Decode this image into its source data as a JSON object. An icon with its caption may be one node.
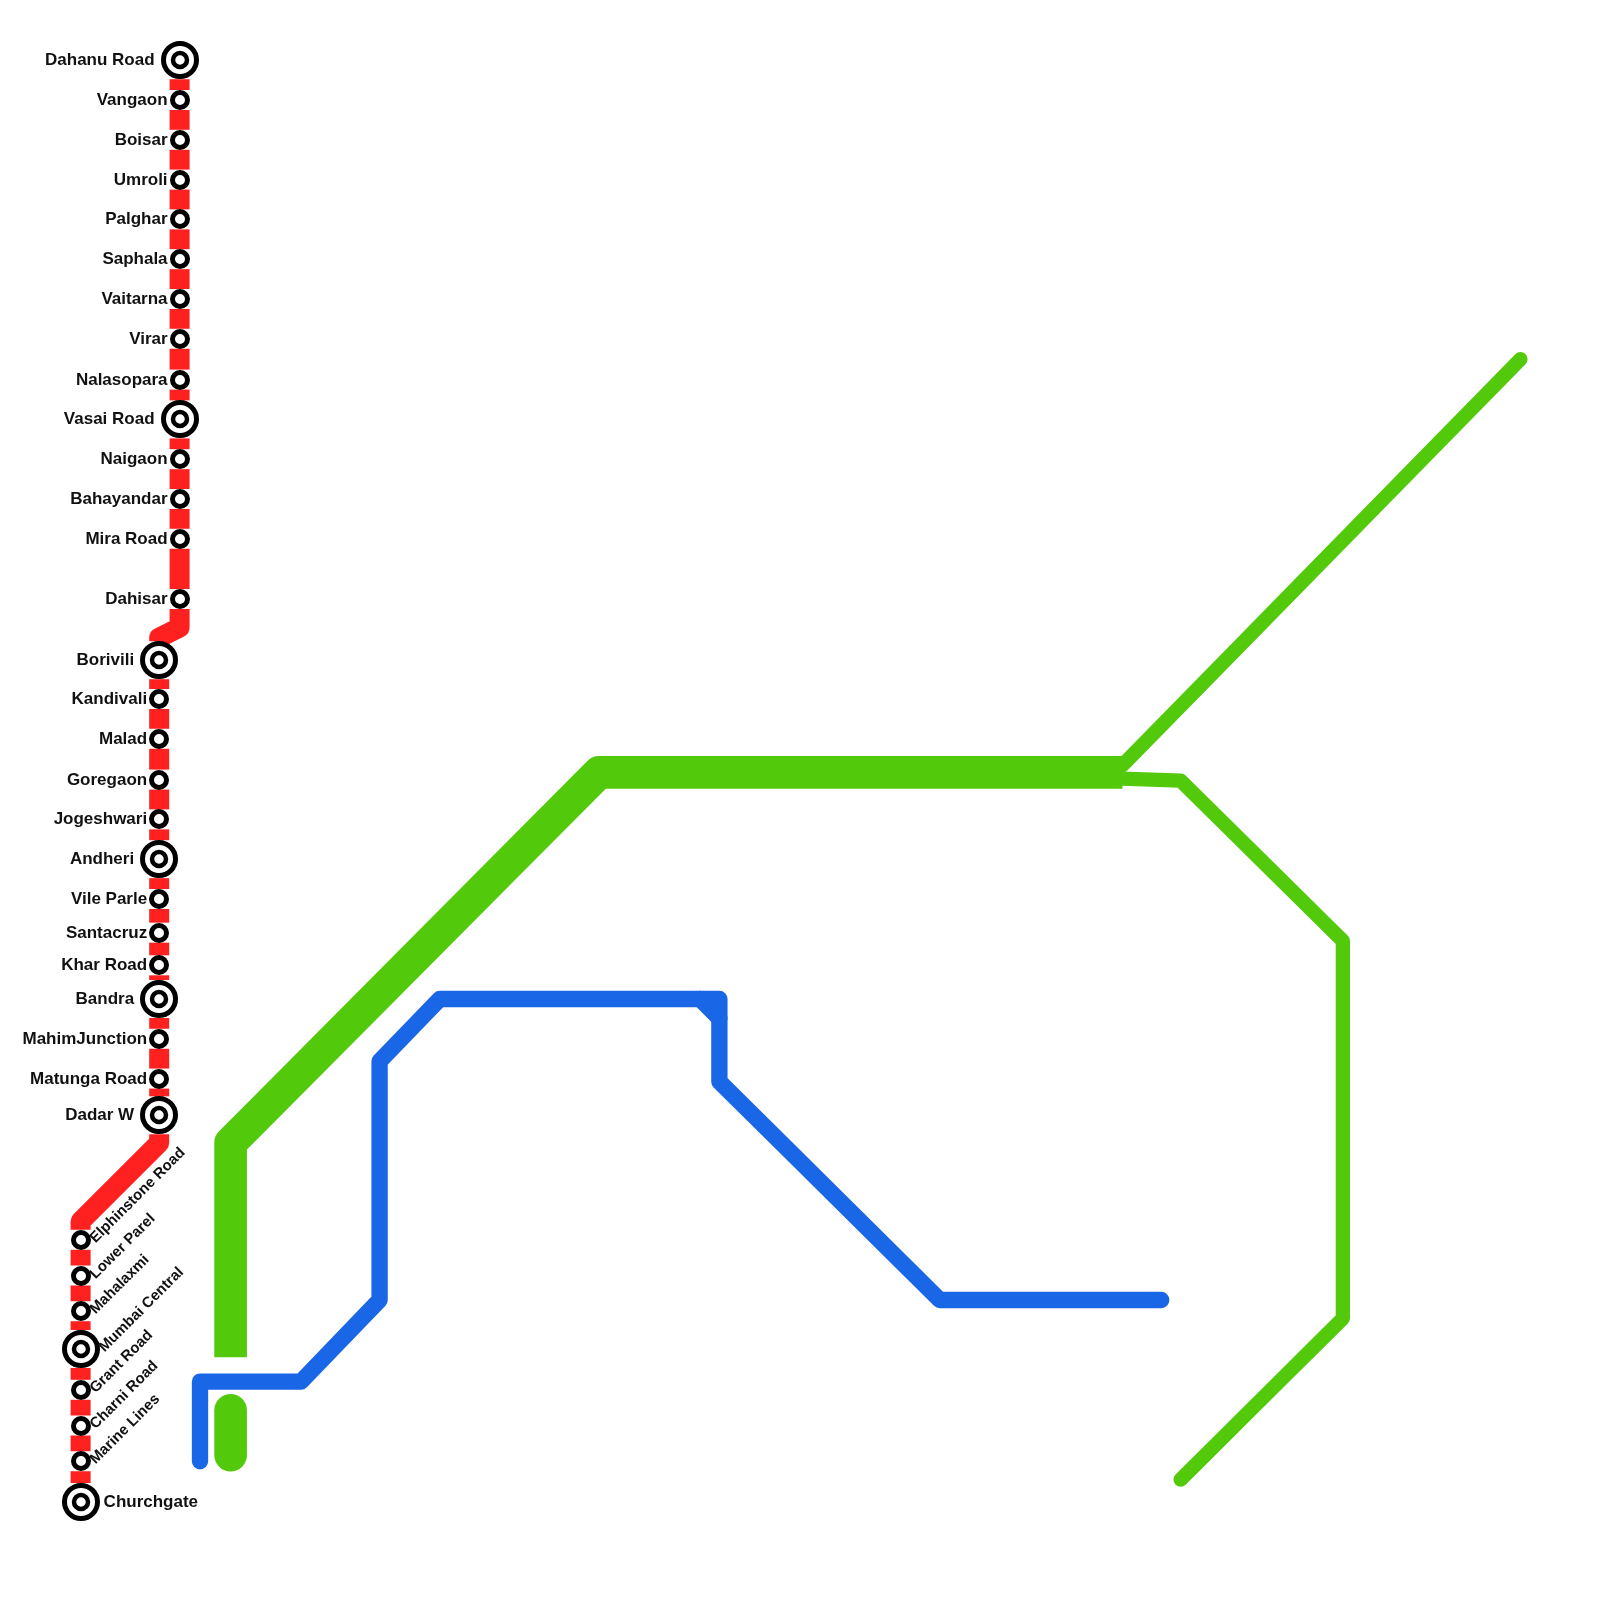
{
  "diagram": {
    "nodes": [
      {
        "text": [
          "Dahanu Road"
        ]
      },
      {
        "text": [
          "Vangaon"
        ]
      },
      {
        "text": [
          "Boisar"
        ]
      },
      {
        "text": [
          "Umroli"
        ]
      },
      {
        "text": [
          "Palghar"
        ]
      },
      {
        "text": [
          "Saphala"
        ]
      },
      {
        "text": [
          "Vaitarna"
        ]
      },
      {
        "text": [
          "Virar"
        ]
      },
      {
        "text": [
          "Nalasopara"
        ]
      },
      {
        "text": [
          "Vasai Road"
        ]
      },
      {
        "text": [
          "Naigaon"
        ]
      },
      {
        "text": [
          "Bahayandar"
        ]
      },
      {
        "text": [
          "Mira Road"
        ]
      },
      {
        "text": [
          "Dahisar"
        ]
      },
      {
        "text": [
          "Borivili"
        ]
      },
      {
        "text": [
          "Kandivali"
        ]
      },
      {
        "text": [
          "Malad"
        ]
      },
      {
        "text": [
          "Goregaon"
        ]
      },
      {
        "text": [
          "Jogeshwari"
        ]
      },
      {
        "text": [
          "Andheri"
        ]
      },
      {
        "text": [
          "Vile Parle"
        ]
      },
      {
        "text": [
          "Santacruz"
        ]
      },
      {
        "text": [
          "Khar Road"
        ]
      },
      {
        "text": [
          "Bandra"
        ]
      },
      {
        "text": [
          "MahimJunction"
        ]
      },
      {
        "text": [
          "Matunga Road"
        ]
      },
      {
        "text": [
          "Dadar W"
        ]
      },
      {
        "text": [
          "Elphinstone Road"
        ]
      },
      {
        "text": [
          "Lower Parel"
        ]
      },
      {
        "text": [
          "Mahalaxmi"
        ]
      },
      {
        "text": [
          "Mumbai Central"
        ]
      },
      {
        "text": [
          "Grant Road"
        ]
      },
      {
        "text": [
          "Charni Road"
        ]
      },
      {
        "text": [
          "Marine Lines"
        ]
      },
      {
        "text": [
          "Churchgate"
        ]
      }
    ],
    "edges": [
      {
        "from": 0,
        "to": 1,
        "arrow": "none"
      },
      {
        "from": 1,
        "to": 2,
        "arrow": "none"
      },
      {
        "from": 2,
        "to": 3,
        "arrow": "none"
      },
      {
        "from": 3,
        "to": 4,
        "arrow": "none"
      },
      {
        "from": 4,
        "to": 5,
        "arrow": "none"
      },
      {
        "from": 5,
        "to": 6,
        "arrow": "none"
      },
      {
        "from": 6,
        "to": 7,
        "arrow": "none"
      },
      {
        "from": 7,
        "to": 8,
        "arrow": "none"
      },
      {
        "from": 8,
        "to": 9,
        "arrow": "none"
      },
      {
        "from": 9,
        "to": 10,
        "arrow": "none"
      },
      {
        "from": 10,
        "to": 11,
        "arrow": "none"
      },
      {
        "from": 11,
        "to": 12,
        "arrow": "none"
      },
      {
        "from": 12,
        "to": 13,
        "arrow": "none"
      },
      {
        "from": 13,
        "to": 14,
        "arrow": "none"
      },
      {
        "from": 14,
        "to": 15,
        "arrow": "none"
      },
      {
        "from": 15,
        "to": 16,
        "arrow": "none"
      },
      {
        "from": 16,
        "to": 17,
        "arrow": "none"
      },
      {
        "from": 17,
        "to": 18,
        "arrow": "none"
      },
      {
        "from": 18,
        "to": 19,
        "arrow": "none"
      },
      {
        "from": 19,
        "to": 20,
        "arrow": "none"
      },
      {
        "from": 20,
        "to": 21,
        "arrow": "none"
      },
      {
        "from": 21,
        "to": 22,
        "arrow": "none"
      },
      {
        "from": 22,
        "to": 23,
        "arrow": "none"
      },
      {
        "from": 23,
        "to": 24,
        "arrow": "none"
      },
      {
        "from": 24,
        "to": 25,
        "arrow": "none"
      },
      {
        "from": 25,
        "to": 26,
        "arrow": "none"
      },
      {
        "from": 26,
        "to": 27,
        "arrow": "none"
      },
      {
        "from": 27,
        "to": 28,
        "arrow": "none"
      },
      {
        "from": 28,
        "to": 29,
        "arrow": "none"
      },
      {
        "from": 29,
        "to": 30,
        "arrow": "none"
      },
      {
        "from": 30,
        "to": 31,
        "arrow": "none"
      },
      {
        "from": 31,
        "to": 32,
        "arrow": "none"
      },
      {
        "from": 32,
        "to": 33,
        "arrow": "none"
      },
      {
        "from": 33,
        "to": 34,
        "arrow": "none"
      }
    ]
  }
}
